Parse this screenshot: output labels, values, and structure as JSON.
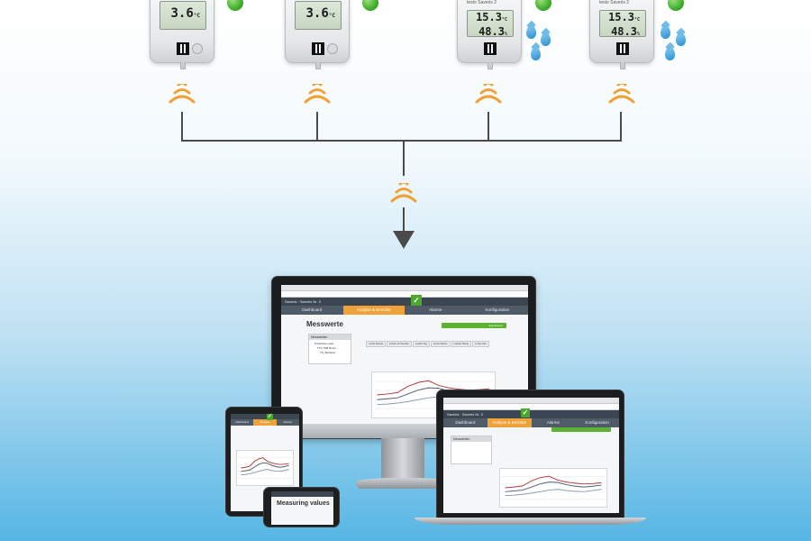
{
  "loggers": [
    {
      "id": "logger-1",
      "reading_1": "3.6",
      "unit_1": "°C",
      "led": "green"
    },
    {
      "id": "logger-2",
      "reading_1": "3.6",
      "unit_1": "°C",
      "led": "green"
    },
    {
      "id": "logger-3",
      "brand": "testo Saveris 2",
      "reading_1": "15.3",
      "unit_1": "°C",
      "reading_2": "48.3",
      "unit_2": "%",
      "led": "green",
      "icon": "water-drops-icon"
    },
    {
      "id": "logger-4",
      "brand": "testo Saveris 2",
      "reading_1": "15.3",
      "unit_1": "°C",
      "reading_2": "48.3",
      "unit_2": "%",
      "led": "green",
      "icon": "water-drops-icon"
    }
  ],
  "colors": {
    "wifi": "#f0a23a",
    "led_green": "#3fae2a",
    "line": "#4b4b4b",
    "nav_active": "#f0a23a",
    "header_dark": "#3b4650"
  },
  "monitor_ui": {
    "header_title": "Saveris · Saveris Nr. 3",
    "nav": [
      "Dashboard",
      "Analyse & Berichte",
      "Alarme",
      "Konfiguration"
    ],
    "page_title": "Messwerte",
    "tree_header": "Messstellen",
    "tree_items": [
      "Production area",
      "TTC TAB Room",
      "TS_Behavior"
    ],
    "buttons": [
      "Letzte Stunde",
      "Letzter 12 Stunden",
      "Letzter Tag",
      "Letzte Woche",
      "Letzten Monat",
      "Letzte Jahr"
    ],
    "action": "Exportieren"
  },
  "laptop_ui": {
    "header_title": "Saveris · Saveris Nr. 3",
    "nav": [
      "Dashboard",
      "Analyse & Berichte",
      "Alarme",
      "Konfiguration"
    ],
    "page_title": "Messwerte",
    "tree_header": "Messstellen"
  },
  "tablet_ui": {
    "nav": [
      "Dashboard",
      "Analyse",
      "Alarme"
    ]
  },
  "phone_ui": {
    "title": "Measuring values"
  },
  "chart_data": {
    "type": "line",
    "series": [
      {
        "values": [
          40,
          42,
          45,
          58,
          66,
          70,
          60,
          55,
          52,
          50,
          51,
          53
        ]
      },
      {
        "values": [
          30,
          32,
          34,
          42,
          50,
          55,
          54,
          48,
          44,
          42,
          44,
          47
        ]
      },
      {
        "values": [
          20,
          21,
          23,
          26,
          30,
          34,
          36,
          33,
          31,
          30,
          33,
          36
        ]
      }
    ]
  }
}
